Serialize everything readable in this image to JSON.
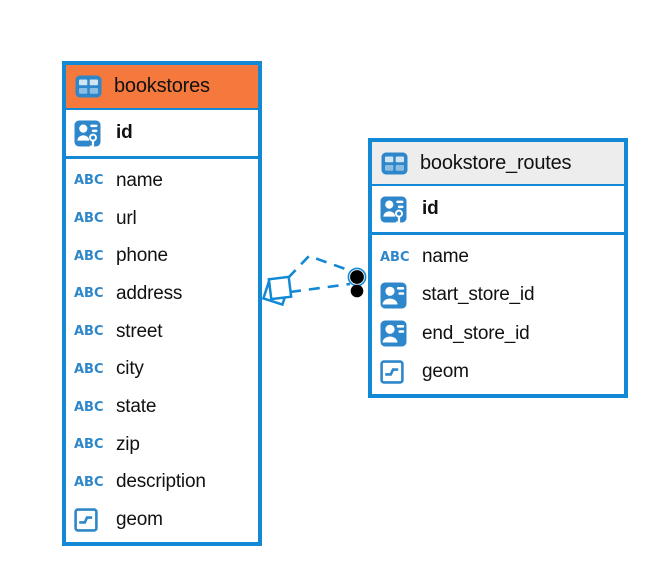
{
  "tables": [
    {
      "name": "bookstores",
      "header_color": "#F5793C",
      "columns": [
        {
          "name": "id",
          "type_icon": "primary-key",
          "primary": true
        },
        {
          "name": "name",
          "type_icon": "text"
        },
        {
          "name": "url",
          "type_icon": "text"
        },
        {
          "name": "phone",
          "type_icon": "text"
        },
        {
          "name": "address",
          "type_icon": "text"
        },
        {
          "name": "street",
          "type_icon": "text"
        },
        {
          "name": "city",
          "type_icon": "text"
        },
        {
          "name": "state",
          "type_icon": "text"
        },
        {
          "name": "zip",
          "type_icon": "text"
        },
        {
          "name": "description",
          "type_icon": "text"
        },
        {
          "name": "geom",
          "type_icon": "geometry"
        }
      ]
    },
    {
      "name": "bookstore_routes",
      "header_color": "#EDEDED",
      "columns": [
        {
          "name": "id",
          "type_icon": "primary-key",
          "primary": true
        },
        {
          "name": "name",
          "type_icon": "text"
        },
        {
          "name": "start_store_id",
          "type_icon": "foreign-key"
        },
        {
          "name": "end_store_id",
          "type_icon": "foreign-key"
        },
        {
          "name": "geom",
          "type_icon": "geometry"
        }
      ]
    }
  ],
  "relationships": {
    "between": [
      "bookstores",
      "bookstore_routes"
    ],
    "lines": 2,
    "line_style": "dashed"
  },
  "colors": {
    "table_border": "#1389D6",
    "relation_line": "#1389D6",
    "icon_blue": "#2E87CA",
    "selected_header": "#F5793C",
    "plain_header": "#EDEDED",
    "endpoint_dot": "#000000",
    "text": "#111111"
  }
}
